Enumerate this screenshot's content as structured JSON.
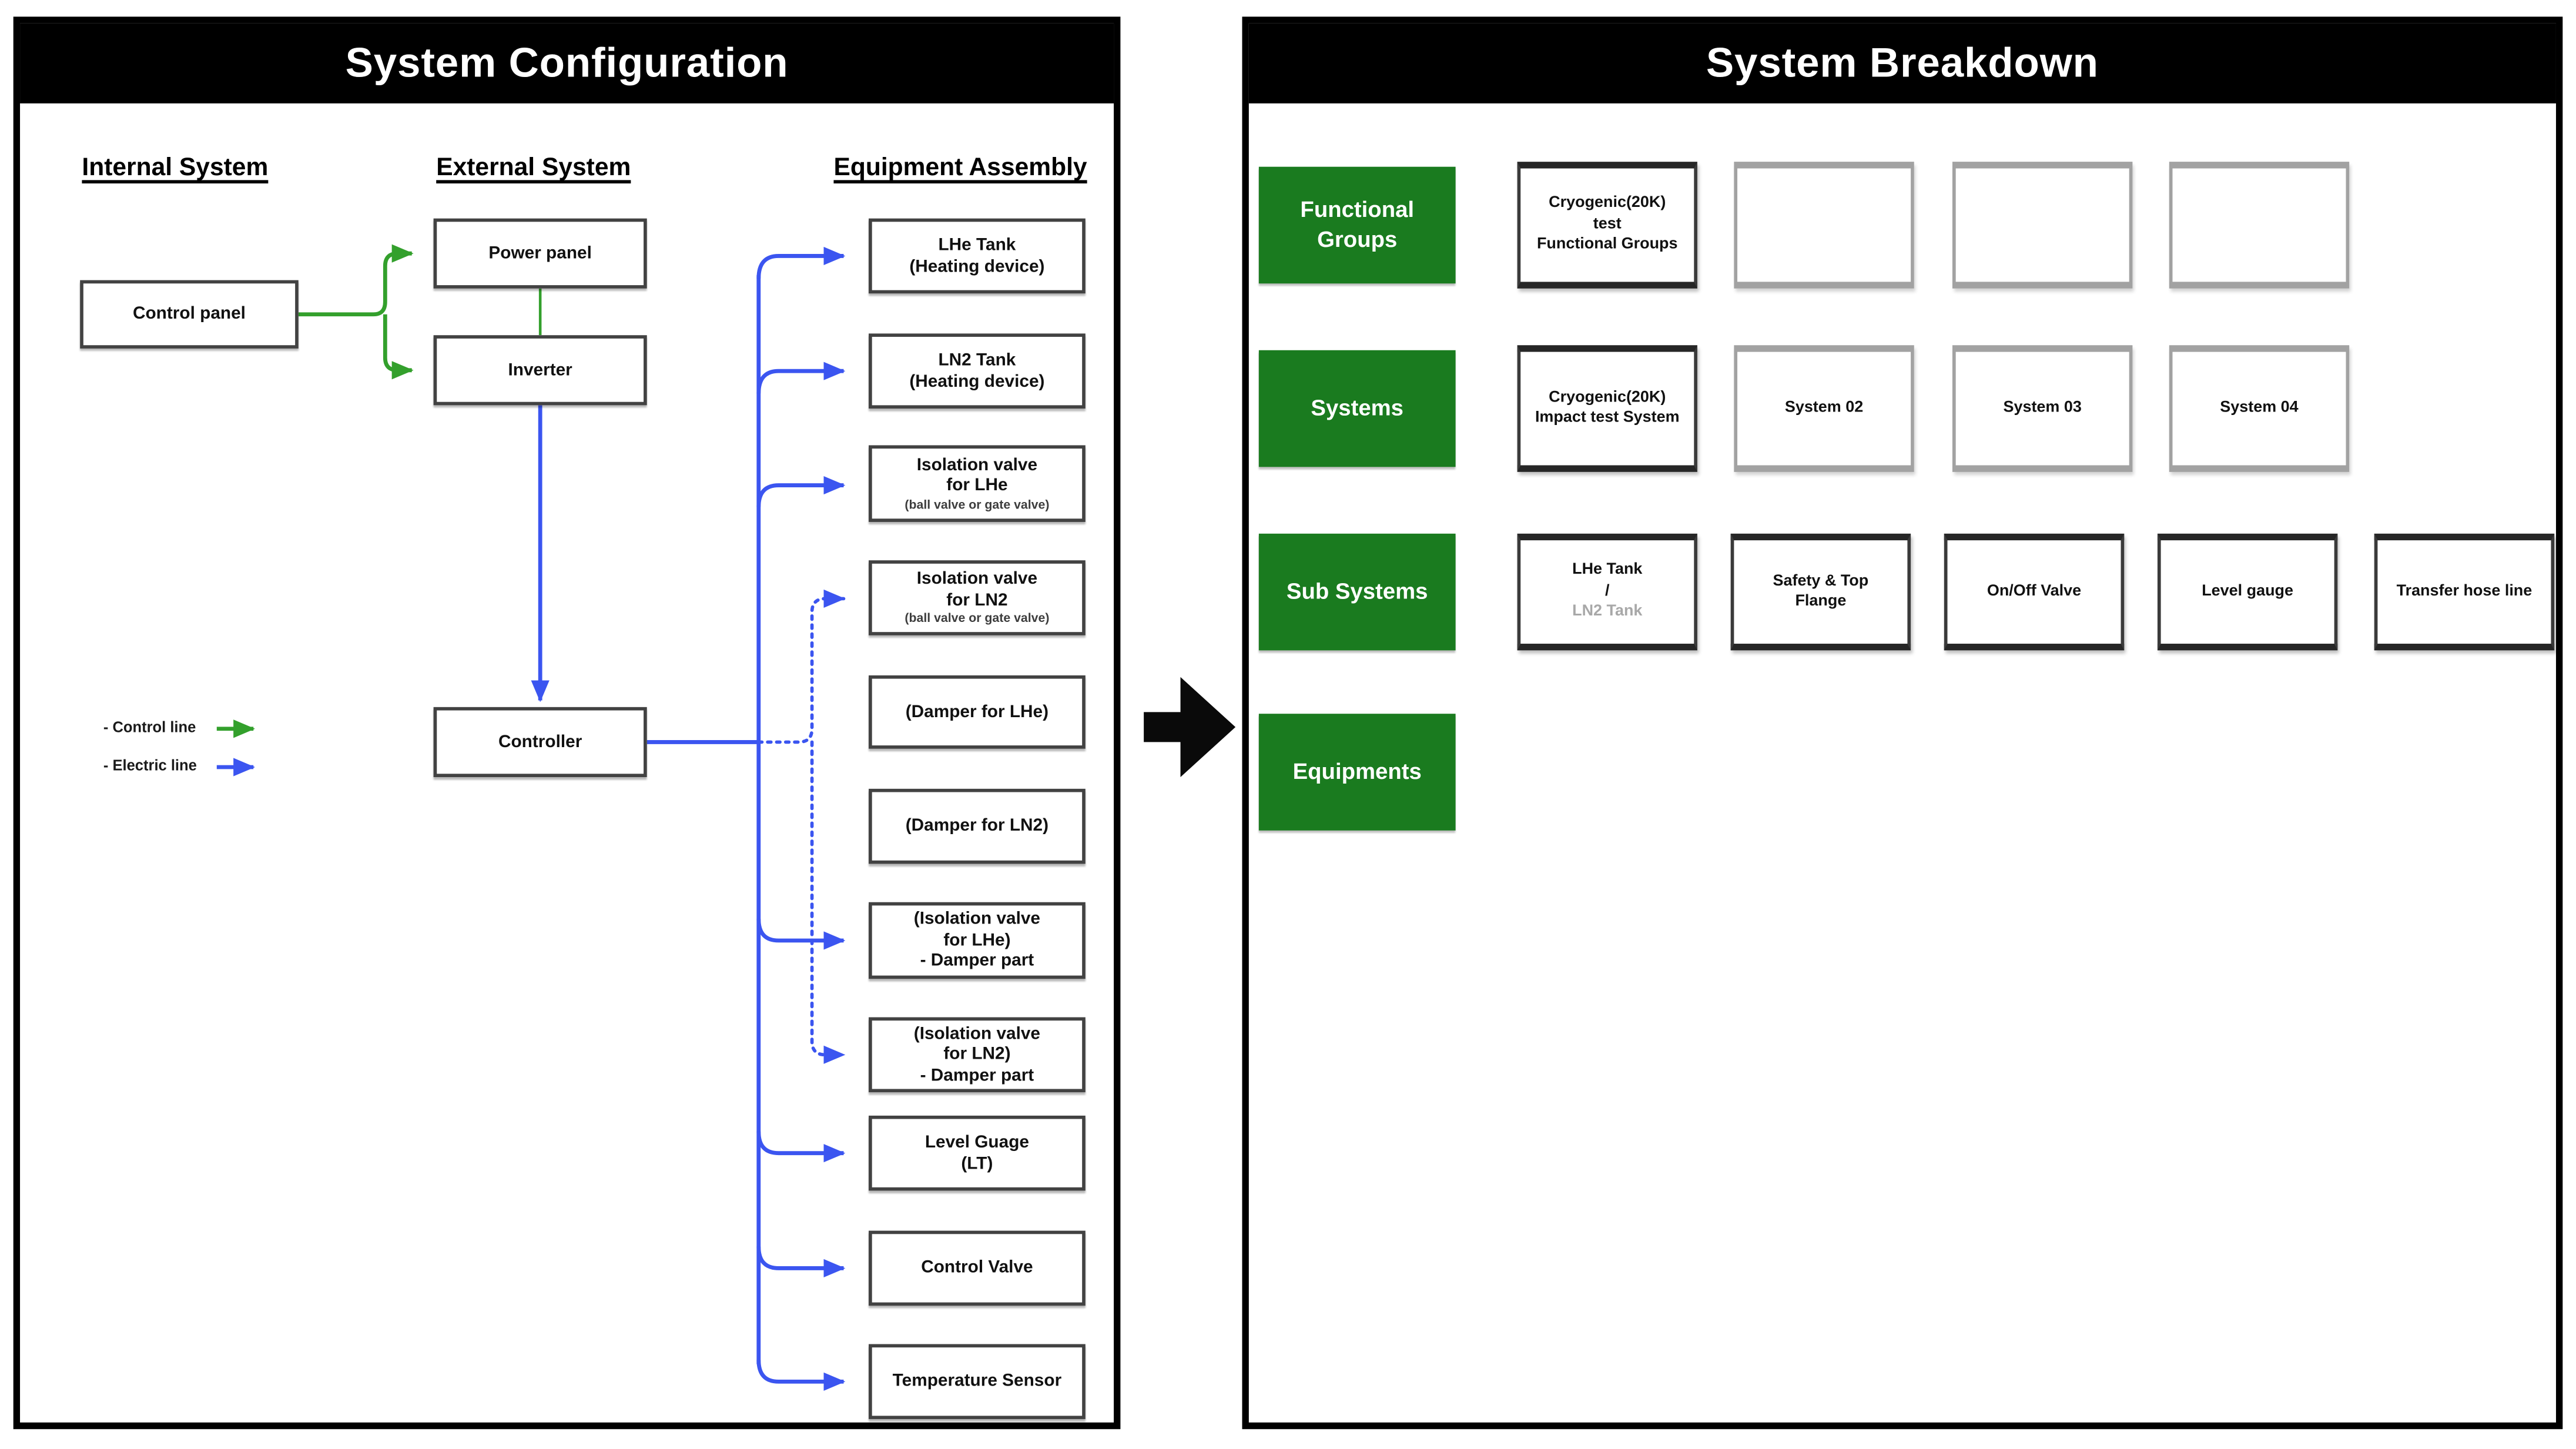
{
  "colors": {
    "header_bar": "#000000",
    "group_green": "#1a7b1f",
    "control_line_green": "#33a02c",
    "electric_line_blue": "#3b55f0",
    "breakdown_line_red": "#f5342c"
  },
  "left_panel": {
    "title": "System Configuration",
    "columns": [
      "Internal System",
      "External System",
      "Equipment Assembly"
    ],
    "boxes": {
      "control_panel": "Control panel",
      "power_panel": "Power panel",
      "inverter": "Inverter",
      "controller": "Controller"
    },
    "legend": [
      {
        "label": "- Control line"
      },
      {
        "label": "- Electric line"
      }
    ],
    "equipment": [
      {
        "lines": [
          "LHe Tank",
          "(Heating device)"
        ]
      },
      {
        "lines": [
          "LN2 Tank",
          "(Heating device)"
        ]
      },
      {
        "lines": [
          "Isolation valve",
          "for LHe"
        ],
        "note": "(ball valve or gate valve)"
      },
      {
        "lines": [
          "Isolation valve",
          "for LN2"
        ],
        "note": "(ball valve or gate valve)"
      },
      {
        "lines": [
          "(Damper for LHe)"
        ]
      },
      {
        "lines": [
          "(Damper for LN2)"
        ]
      },
      {
        "lines": [
          "(Isolation valve",
          "for LHe)",
          "- Damper part"
        ]
      },
      {
        "lines": [
          "(Isolation valve",
          "for LN2)",
          "- Damper part"
        ]
      },
      {
        "lines": [
          "Level Guage",
          "(LT)"
        ]
      },
      {
        "lines": [
          "Control Valve"
        ]
      },
      {
        "lines": [
          "Temperature Sensor"
        ]
      }
    ]
  },
  "right_panel": {
    "title": "System Breakdown",
    "row_headers": [
      "Functional Groups",
      "Systems",
      "Sub Systems",
      "Equipments"
    ],
    "functional_groups": {
      "col1_lines": [
        "Cryogenic(20K)",
        "test",
        "Functional Groups"
      ]
    },
    "systems": {
      "col1_lines": [
        "Cryogenic(20K)",
        "Impact test System"
      ],
      "others": [
        "System 02",
        "System 03",
        "System 04"
      ]
    },
    "sub_systems": [
      {
        "lines": [
          "LHe Tank",
          "/"
        ],
        "gray": "LN2 Tank"
      },
      {
        "lines": [
          "Safety & Top",
          "Flange"
        ]
      },
      {
        "lines": [
          "On/Off Valve"
        ]
      },
      {
        "lines": [
          "Level gauge"
        ]
      },
      {
        "lines": [
          "Transfer hose line"
        ]
      }
    ]
  }
}
